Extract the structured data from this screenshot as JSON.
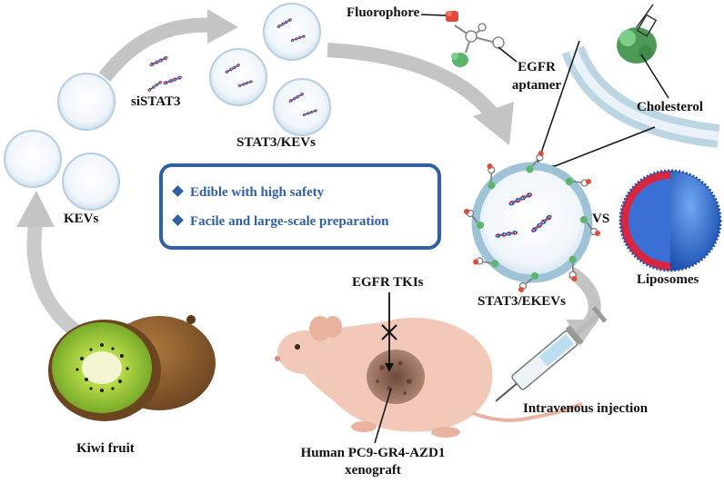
{
  "labels": {
    "fluorophore": "Fluorophore",
    "egfr_aptamer_line1": "EGFR",
    "egfr_aptamer_line2": "aptamer",
    "cholesterol": "Cholesterol",
    "sistat3": "siSTAT3",
    "stat3_kevs": "STAT3/KEVs",
    "kevs": "KEVs",
    "vs": "VS",
    "liposomes": "Liposomes",
    "stat3_ekevs": "STAT3/EKEVs",
    "egfr_tkis": "EGFR TKIs",
    "intravenous_injection": "Intravenous injection",
    "kiwi_fruit": "Kiwi fruit",
    "xenograft_line1": "Human PC9-GR4-AZD1",
    "xenograft_line2": "xenograft"
  },
  "features": [
    "Edible with high safety",
    "Facile and large-scale preparation"
  ],
  "colors": {
    "box_border": "#2f5fa7",
    "arrow_gray": "#b0b0b0",
    "kiwi_flesh": "#8cbf2e",
    "kiwi_skin": "#8a5a2b",
    "lipo_red": "#d7263d",
    "lipo_blue": "#2a6fd6"
  }
}
